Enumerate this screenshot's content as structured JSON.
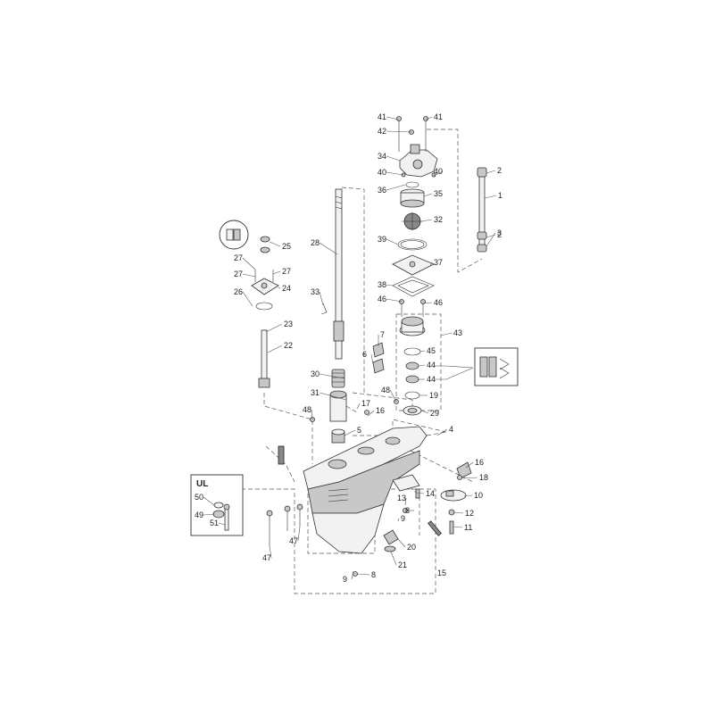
{
  "diagram": {
    "inset_ul_title": "UL",
    "callouts": [
      "1",
      "2",
      "2",
      "3",
      "4",
      "5",
      "6",
      "7",
      "8",
      "8",
      "9",
      "9",
      "10",
      "11",
      "12",
      "13",
      "14",
      "15",
      "16",
      "16",
      "17",
      "18",
      "19",
      "20",
      "21",
      "22",
      "23",
      "24",
      "25",
      "26",
      "27",
      "27",
      "27",
      "28",
      "29",
      "30",
      "31",
      "32",
      "33",
      "34",
      "35",
      "36",
      "37",
      "38",
      "39",
      "40",
      "40",
      "41",
      "41",
      "42",
      "43",
      "44",
      "44",
      "45",
      "46",
      "46",
      "47",
      "47",
      "48",
      "48",
      "49",
      "50",
      "51"
    ]
  }
}
